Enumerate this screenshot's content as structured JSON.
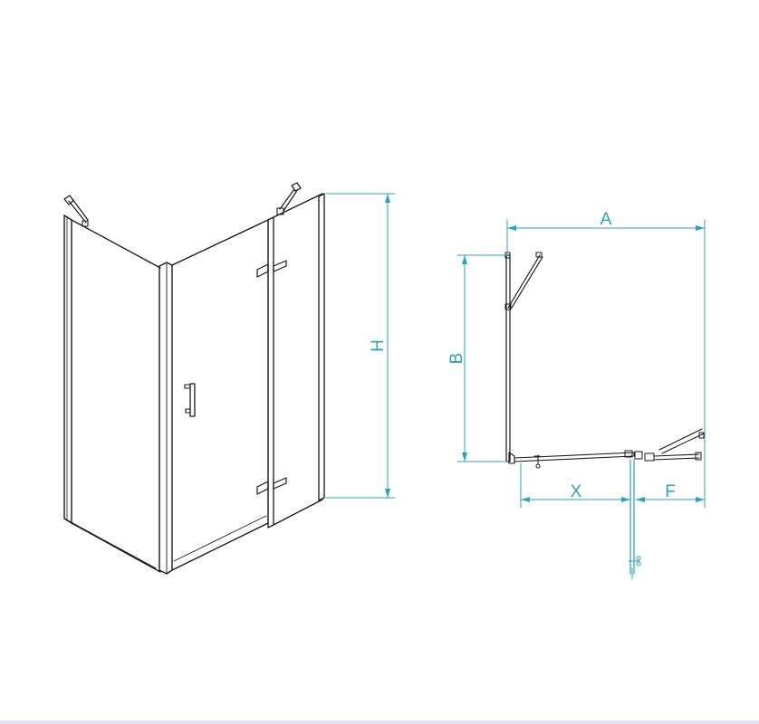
{
  "colors": {
    "line": "#1a1a1a",
    "dimension": "#29a3c4",
    "background": "#ffffff",
    "bottom_strip": "#e4e2f2"
  },
  "labels": {
    "height": "H",
    "width_a": "A",
    "depth_b": "B",
    "offset_x": "X",
    "offset_f": "F"
  }
}
